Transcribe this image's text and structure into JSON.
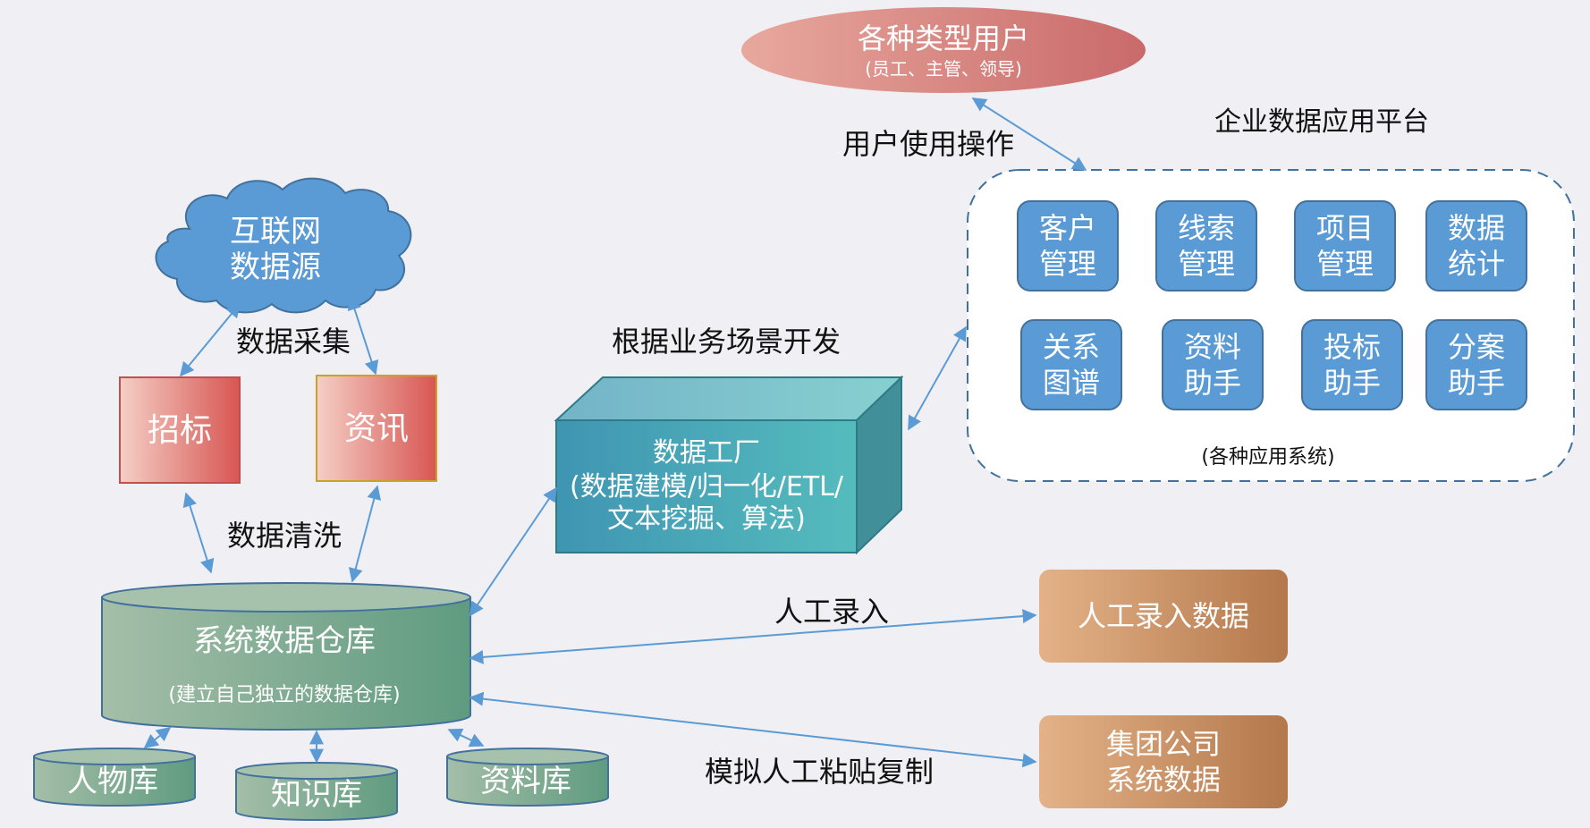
{
  "users": {
    "title": "各种类型用户",
    "subtitle": "(员工、主管、领导)"
  },
  "platform": {
    "title": "企业数据应用平台",
    "caption": "(各种应用系统)",
    "apps": [
      {
        "line1": "客户",
        "line2": "管理"
      },
      {
        "line1": "线索",
        "line2": "管理"
      },
      {
        "line1": "项目",
        "line2": "管理"
      },
      {
        "line1": "数据",
        "line2": "统计"
      },
      {
        "line1": "关系",
        "line2": "图谱"
      },
      {
        "line1": "资料",
        "line2": "助手"
      },
      {
        "line1": "投标",
        "line2": "助手"
      },
      {
        "line1": "分案",
        "line2": "助手"
      }
    ]
  },
  "labels": {
    "user_ops": "用户使用操作",
    "collect": "数据采集",
    "dev": "根据业务场景开发",
    "clean": "数据清洗",
    "manual_entry": "人工录入",
    "simulate": "模拟人工粘贴复制"
  },
  "internet": {
    "line1": "互联网",
    "line2": "数据源"
  },
  "sources": {
    "bid": "招标",
    "news": "资讯"
  },
  "factory": {
    "line1": "数据工厂",
    "line2": "(数据建模/归一化/ETL/",
    "line3": "文本挖掘、算法)"
  },
  "warehouse": {
    "title": "系统数据仓库",
    "subtitle": "(建立自己独立的数据仓库)"
  },
  "libraries": {
    "people": "人物库",
    "knowledge": "知识库",
    "material": "资料库"
  },
  "external": {
    "manual": "人工录入数据",
    "group_line1": "集团公司",
    "group_line2": "系统数据"
  },
  "colors": {
    "background": "#f0f0f4",
    "blue_box": "#5b9bd5",
    "arrow": "#5b9bd5",
    "red_grad_start": "#f2c4bc",
    "red_grad_end": "#d95a58",
    "teal_front": "#4aaeb8",
    "teal_top": "#7cc6cc",
    "teal_side": "#3d8e94",
    "green_db": "#7fae96",
    "brown_grad_start": "#e3ae80",
    "brown_grad_end": "#b5784a",
    "ellipse_start": "#e6a098",
    "ellipse_end": "#c86868"
  }
}
